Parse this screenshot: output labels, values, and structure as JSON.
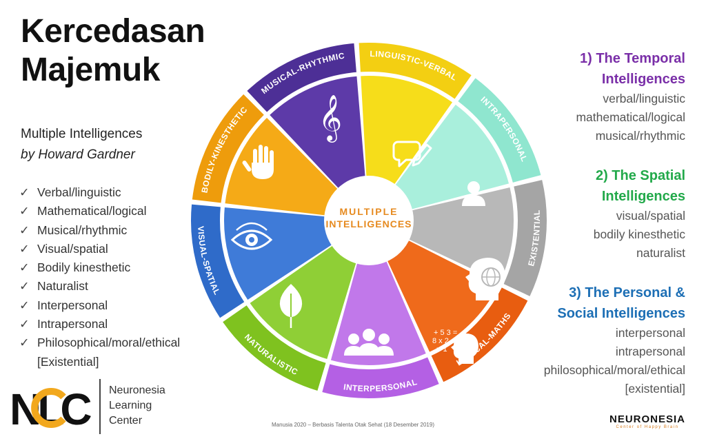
{
  "title": {
    "line1": "Kercedasan",
    "line2": "Majemuk"
  },
  "subtitle": {
    "line1": "Multiple Intelligences",
    "line2": "by Howard Gardner"
  },
  "checklist": {
    "mark": "✓",
    "items": [
      "Verbal/linguistic",
      "Mathematical/logical",
      "Musical/rhythmic",
      "Visual/spatial",
      "Bodily kinesthetic",
      "Naturalist",
      "Interpersonal",
      "Intrapersonal",
      "Philosophical/moral/ethical"
    ],
    "continuation": "[Existential]"
  },
  "wheel": {
    "center_line1": "MULTIPLE",
    "center_line2": "INTELLIGENCES",
    "segments": [
      {
        "label": "LINGUISTIC-VERBAL",
        "color": "#f6dd1a",
        "band": "#f3cf12",
        "icon": "speech-pencil-icon"
      },
      {
        "label": "INTRAPERSONAL",
        "color": "#a9efdc",
        "band": "#8fe6cf",
        "icon": "person-icon"
      },
      {
        "label": "EXISTENTIAL",
        "color": "#b8b8b8",
        "band": "#a5a5a5",
        "icon": "head-globe-icon"
      },
      {
        "label": "LOGICAL-MATHS",
        "color": "#ef6a1b",
        "band": "#e85d10",
        "icon": "head-numbers-icon"
      },
      {
        "label": "INTERPERSONAL",
        "color": "#c178ea",
        "band": "#b460e4",
        "icon": "group-icon"
      },
      {
        "label": "NATURALISTIC",
        "color": "#8fcf36",
        "band": "#7fc21f",
        "icon": "leaf-icon"
      },
      {
        "label": "VISUAL-SPATIAL",
        "color": "#3f7bd8",
        "band": "#2f6bc9",
        "icon": "eye-icon"
      },
      {
        "label": "BODILY-KINESTHETIC",
        "color": "#f5aa17",
        "band": "#ee9c0c",
        "icon": "hand-icon"
      },
      {
        "label": "MUSICAL-RHYTHMIC",
        "color": "#5d3aa8",
        "band": "#4d2f96",
        "icon": "treble-clef-icon"
      }
    ],
    "math_text": [
      "+ 5 3 =",
      "8   x 2",
      "=   1"
    ]
  },
  "groups": [
    {
      "heading": [
        "1) The Temporal",
        "Intelligences"
      ],
      "color": "#7a2fa8",
      "items": [
        "verbal/linguistic",
        "mathematical/logical",
        "musical/rhythmic"
      ]
    },
    {
      "heading": [
        "2) The Spatial",
        "Intelligences"
      ],
      "color": "#22a94a",
      "items": [
        "visual/spatial",
        "bodily kinesthetic",
        "naturalist"
      ]
    },
    {
      "heading": [
        "3) The Personal &",
        "Social Intelligences"
      ],
      "color": "#1d6fb5",
      "items": [
        "interpersonal",
        "intrapersonal",
        "philosophical/moral/ethical",
        "[existential]"
      ]
    }
  ],
  "logo": {
    "mark": "NLC",
    "line1": "Neuronesia",
    "line2": "Learning",
    "line3": "Center"
  },
  "footer": "Manusia 2020 – Berbasis Talenta Otak Sehat (18 Desember 2019)",
  "brand": {
    "name": "NEURONESIA",
    "tagline": "Center of Happy Brain"
  }
}
